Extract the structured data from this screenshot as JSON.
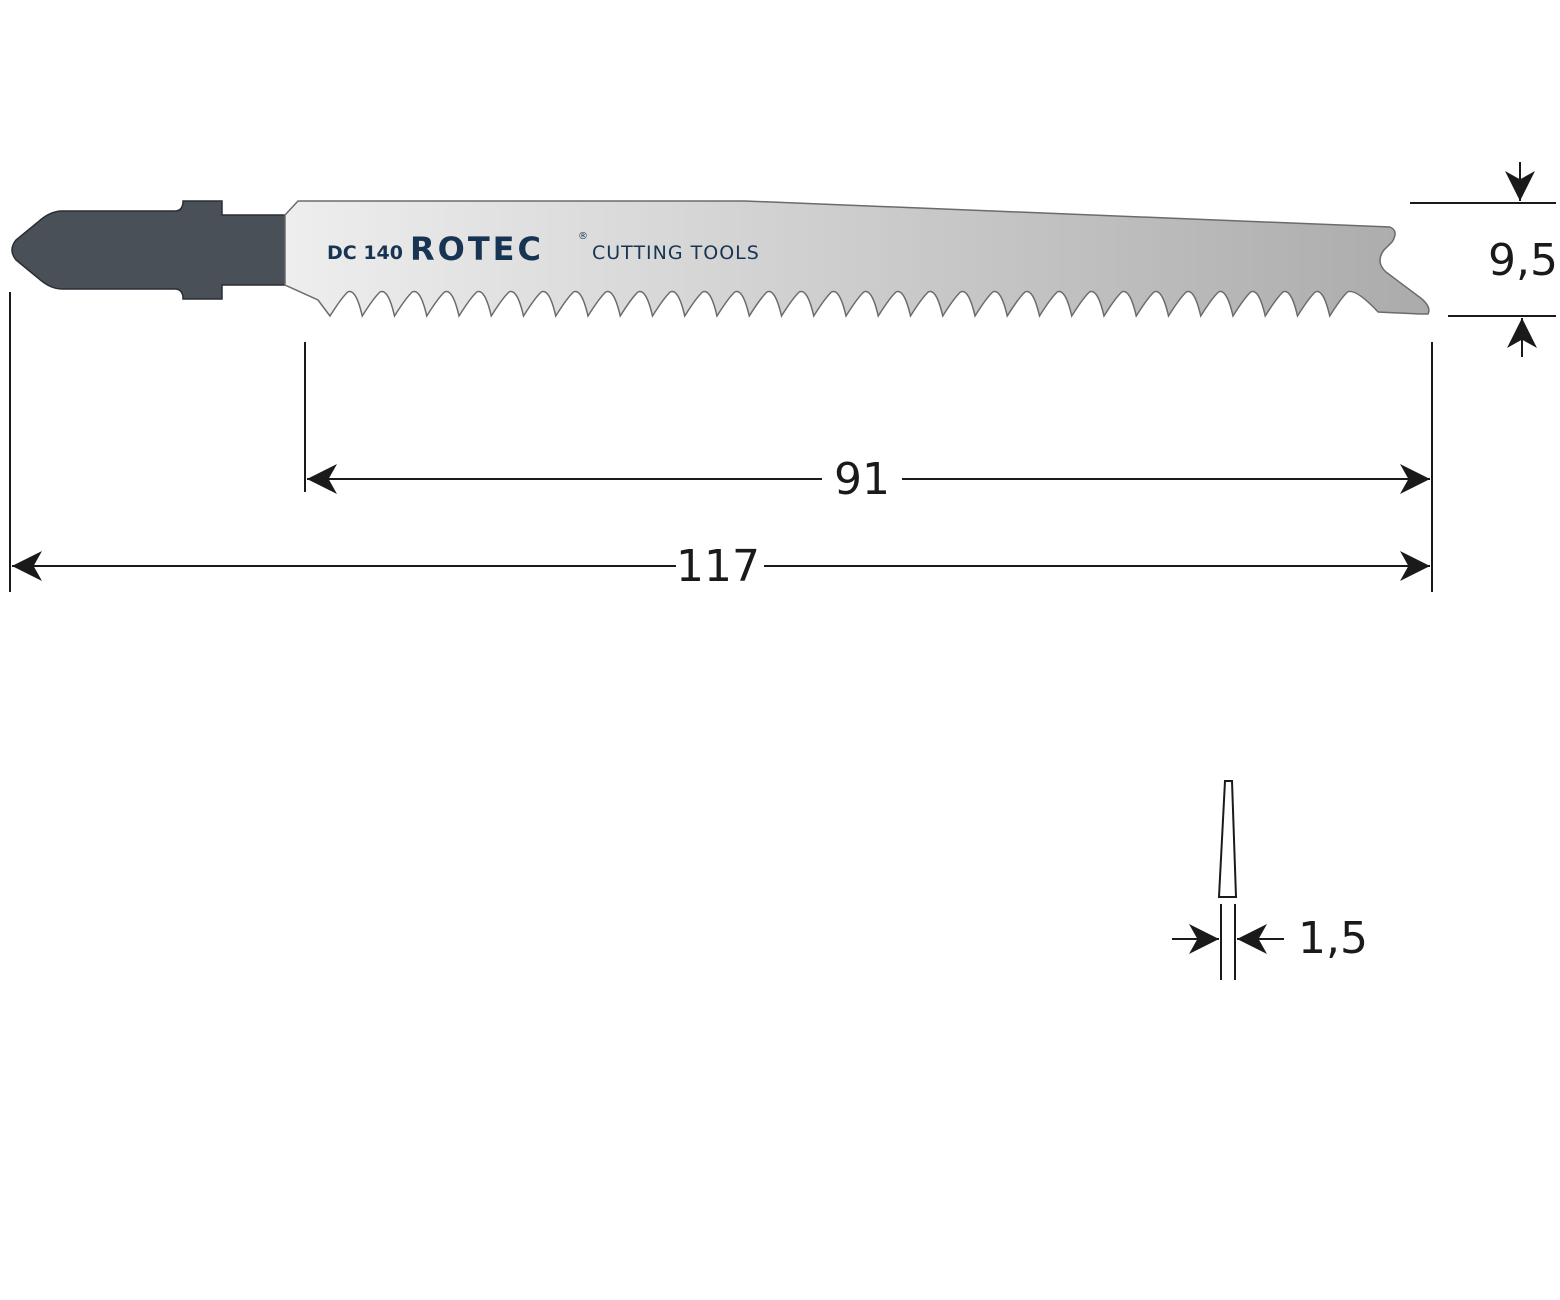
{
  "blade": {
    "model": "DC 140",
    "brand": "ROTEC",
    "registered_mark": "®",
    "tagline": "CUTTING TOOLS",
    "tooth_count": 32
  },
  "dimensions": {
    "total_length": "117",
    "cutting_length": "91",
    "blade_width": "9,5",
    "blade_thickness": "1,5"
  },
  "colors": {
    "shank": "#4a5057",
    "blade_light": "#eeeeee",
    "blade_dark": "#ababab",
    "brand": "#173553",
    "line": "#1a1a1a"
  }
}
